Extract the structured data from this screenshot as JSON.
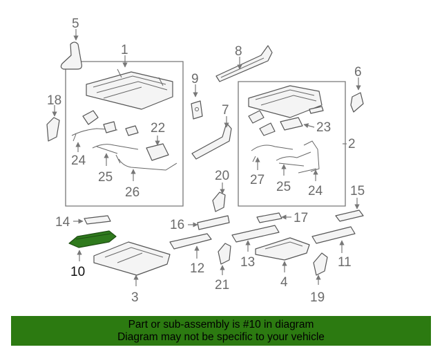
{
  "callouts": {
    "c1": "1",
    "c2": "2",
    "c3": "3",
    "c4": "4",
    "c5": "5",
    "c6": "6",
    "c7": "7",
    "c8": "8",
    "c9": "9",
    "c10": "10",
    "c11": "11",
    "c12": "12",
    "c13": "13",
    "c14": "14",
    "c15": "15",
    "c16": "16",
    "c17": "17",
    "c18": "18",
    "c19": "19",
    "c20": "20",
    "c21": "21",
    "c22": "22",
    "c23": "23",
    "c24a": "24",
    "c24b": "24",
    "c25a": "25",
    "c25b": "25",
    "c26": "26",
    "c27": "27"
  },
  "highlighted_part": "10",
  "colors": {
    "highlight": "#2f7a1d",
    "banner": "#2c7a11"
  },
  "banner": {
    "line1": "Part or sub-assembly is #10 in diagram",
    "line2": "Diagram may not be specific to your vehicle"
  }
}
